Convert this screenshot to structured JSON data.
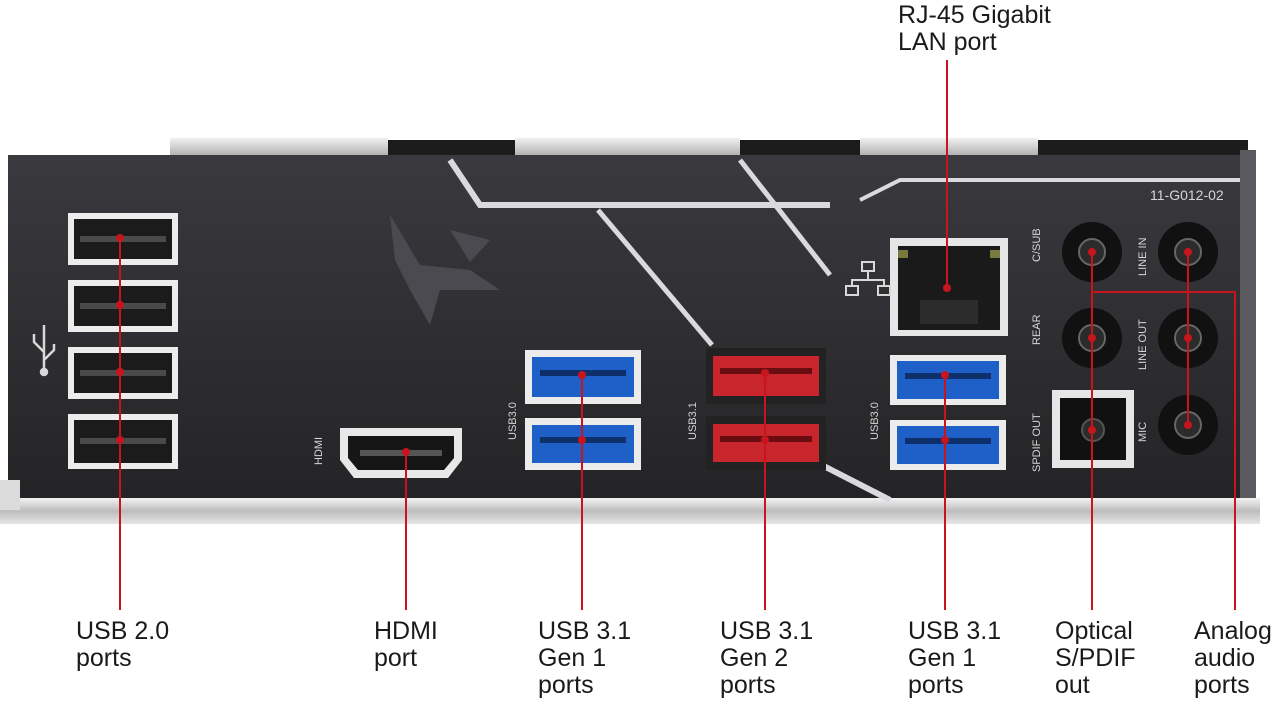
{
  "title": "",
  "panel": {
    "part_number": "11-G012-02",
    "silkscreen": {
      "hdmi": "HDMI",
      "usb30_left": "USB3.0",
      "usb31": "USB3.1",
      "usb30_right": "USB3.0",
      "spdif": "SPDIF OUT",
      "rear": "REAR",
      "csub": "C/SUB",
      "line_in": "LINE IN",
      "line_out": "LINE OUT",
      "mic": "MIC"
    }
  },
  "callouts": {
    "rj45": {
      "line1": "RJ-45 Gigabit",
      "line2": "LAN port"
    },
    "usb20": {
      "line1": "USB 2.0",
      "line2": "ports"
    },
    "hdmi": {
      "line1": "HDMI",
      "line2": "port"
    },
    "usb31_gen1_left": {
      "line1": "USB 3.1",
      "line2": "Gen 1",
      "line3": "ports"
    },
    "usb31_gen2": {
      "line1": "USB 3.1",
      "line2": "Gen 2",
      "line3": "ports"
    },
    "usb31_gen1_right": {
      "line1": "USB 3.1",
      "line2": "Gen 1",
      "line3": "ports"
    },
    "optical": {
      "line1": "Optical",
      "line2": "S/PDIF",
      "line3": "out"
    },
    "analog": {
      "line1": "Analog",
      "line2": "audio",
      "line3": "ports"
    }
  },
  "colors": {
    "callout_line": "#c8141c",
    "panel": "#2b2b2e",
    "usb_blue": "#1f5fc8",
    "usb_red": "#c8262c",
    "usb2_black": "#1b1b1b"
  }
}
